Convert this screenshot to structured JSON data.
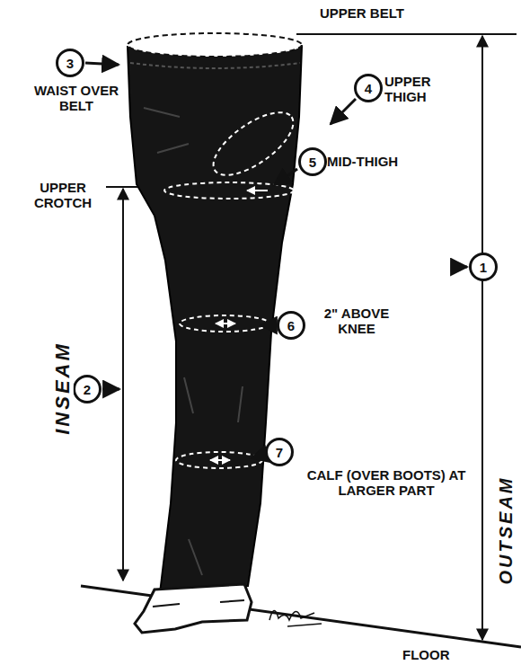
{
  "diagram": {
    "nodes": [
      {
        "text": [
          "3"
        ]
      },
      {
        "text": [
          "4"
        ]
      },
      {
        "text": [
          "5"
        ]
      },
      {
        "text": [
          "1"
        ]
      },
      {
        "text": [
          "6"
        ]
      },
      {
        "text": [
          "2"
        ]
      },
      {
        "text": [
          "7"
        ]
      }
    ],
    "labels": [
      "UPPER BELT",
      "WAIST OVER BELT",
      "UPPER THIGH",
      "MID-THIGH",
      "UPPER CROTCH",
      "2\" ABOVE KNEE",
      "CALF (OVER BOOTS) AT LARGER PART",
      "INSEAM",
      "OUTSEAM",
      "FLOOR"
    ]
  }
}
